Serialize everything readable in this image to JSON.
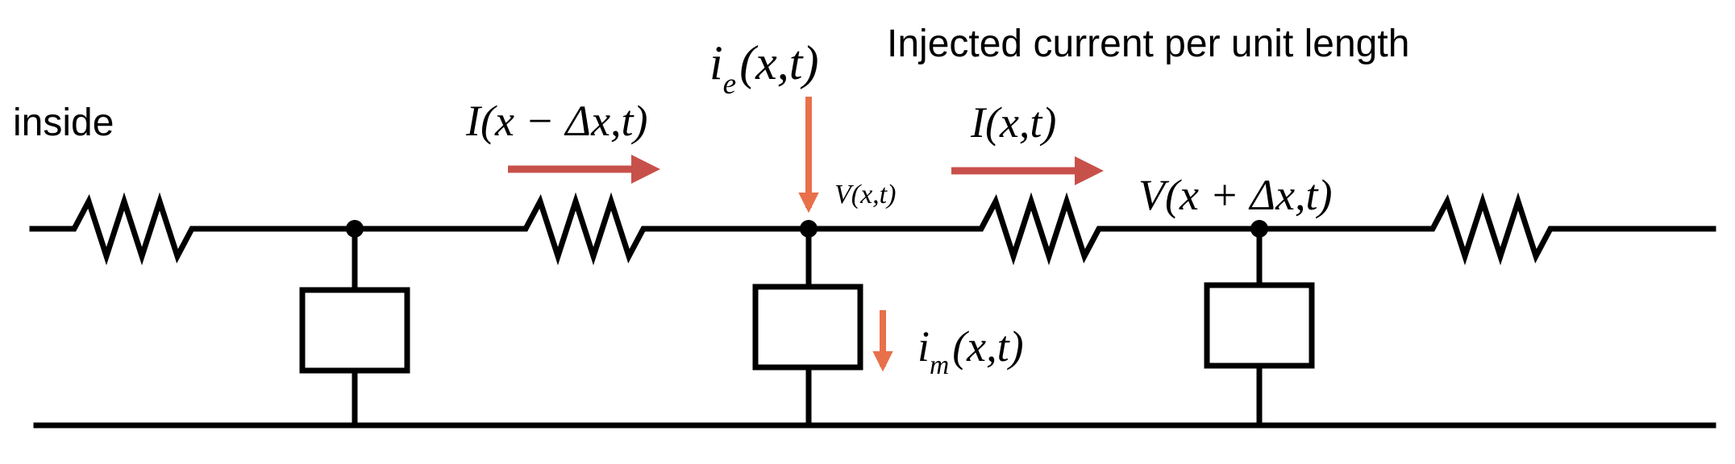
{
  "labels": {
    "inside": "inside",
    "injected_caption": "Injected current per unit length",
    "current_left": "I(x − Δx,t)",
    "current_right": "I(x,t)",
    "voltage_mid": "V(x,t)",
    "voltage_right": "V(x + Δx,t)",
    "injected_current": {
      "symbol": "i",
      "sub": "e",
      "args": "(x,t)"
    },
    "membrane_current": {
      "symbol": "i",
      "sub": "m",
      "args": "(x,t)"
    }
  },
  "colors": {
    "wire": "#000000",
    "current_arrow": "#c8504a",
    "injected_arrow": "#e8704a"
  }
}
